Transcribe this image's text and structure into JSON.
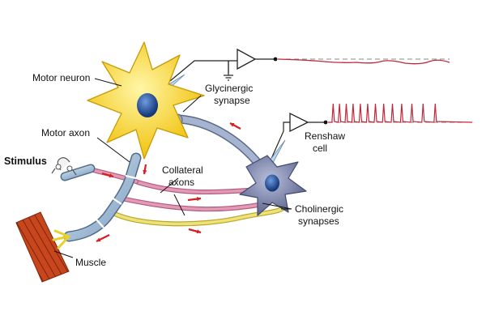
{
  "labels": {
    "motor_neuron": "Motor neuron",
    "motor_axon": "Motor axon",
    "stimulus": "Stimulus",
    "muscle": "Muscle",
    "glycinergic_line1": "Glycinergic",
    "glycinergic_line2": "synapse",
    "collateral_line1": "Collateral",
    "collateral_line2": "axons",
    "renshaw_line1": "Renshaw",
    "renshaw_line2": "cell",
    "cholinergic_line1": "Cholinergic",
    "cholinergic_line2": "synapses"
  },
  "colors": {
    "motor_neuron": "#f7df1e",
    "renshaw_cell": "#7d86ad",
    "nucleus": "#1f4e9c",
    "axon": "#9db8d3",
    "collateral_pink": "#d77a9d",
    "collateral_yellow": "#e8d85a",
    "arrow": "#d62020",
    "trace": "#c0283a",
    "muscle": "#c8461e"
  }
}
